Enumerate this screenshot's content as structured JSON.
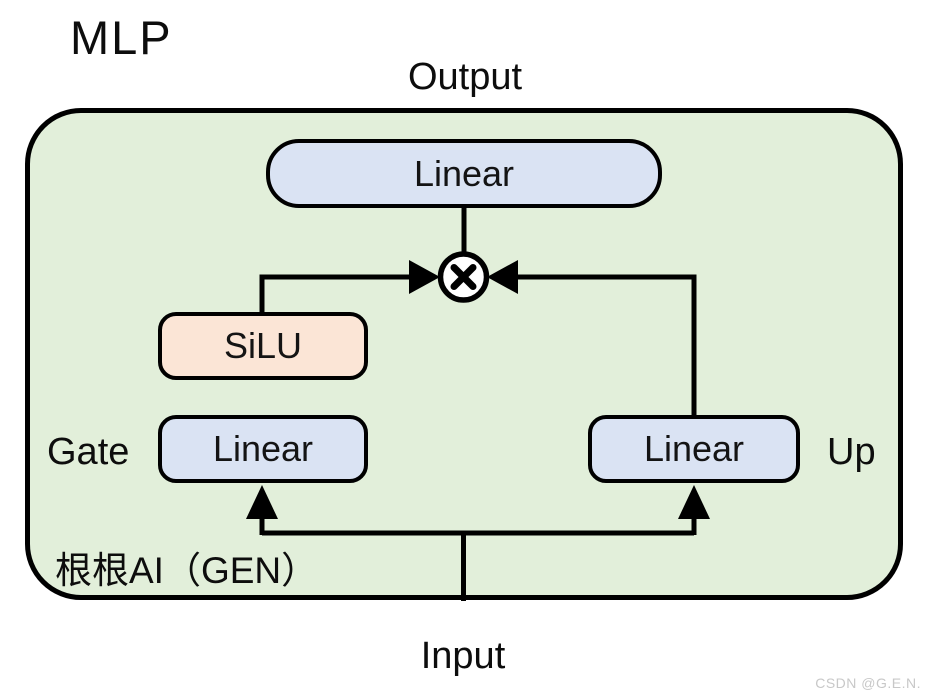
{
  "title": "MLP",
  "labels": {
    "output": "Output",
    "input": "Input",
    "gate": "Gate",
    "up": "Up"
  },
  "boxes": {
    "top_linear": "Linear",
    "silu": "SiLU",
    "gate_linear": "Linear",
    "up_linear": "Linear"
  },
  "operator": {
    "name": "elementwise-multiply",
    "symbol": "×"
  },
  "brand": "根根AI（GEN）",
  "watermark": "CSDN @G.E.N.",
  "colors": {
    "panel_fill": "#e2efda",
    "linear_fill": "#dae3f3",
    "silu_fill": "#fbe5d6",
    "stroke": "#000000",
    "watermark_text": "#c8c8c8"
  }
}
